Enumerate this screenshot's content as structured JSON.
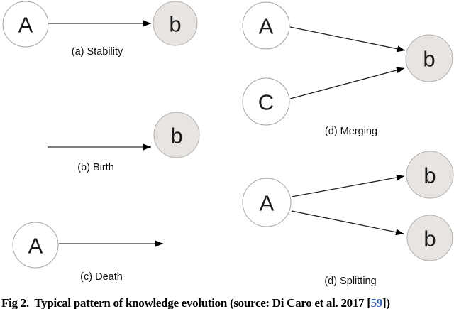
{
  "diagram": {
    "title_semantic": "Typical patterns of knowledge evolution",
    "panels": {
      "stability": {
        "label": "(a) Stability",
        "nodes": {
          "a": "A",
          "b": "b"
        }
      },
      "birth": {
        "label": "(b) Birth",
        "nodes": {
          "b": "b"
        }
      },
      "death": {
        "label": "(c) Death",
        "nodes": {
          "a": "A"
        }
      },
      "merging": {
        "label": "(d) Merging",
        "nodes": {
          "a": "A",
          "c": "C",
          "b": "b"
        }
      },
      "splitting": {
        "label": "(d) Splitting",
        "nodes": {
          "a": "A",
          "b1": "b",
          "b2": "b"
        }
      }
    },
    "colors": {
      "source_node_fill": "#ffffff",
      "target_node_fill": "#e8e4e2",
      "node_stroke": "#a6a4a2",
      "arrow_gray": "#7f7f7f",
      "arrow_black": "#1f1f1f",
      "arrowhead": "#000000"
    }
  },
  "caption": {
    "prefix": "Fig 2.  Typical pattern of knowledge evolution (source: Di Caro et al. 2017 [",
    "reference": "59",
    "suffix": "])",
    "link_color": "#3c63b0"
  }
}
